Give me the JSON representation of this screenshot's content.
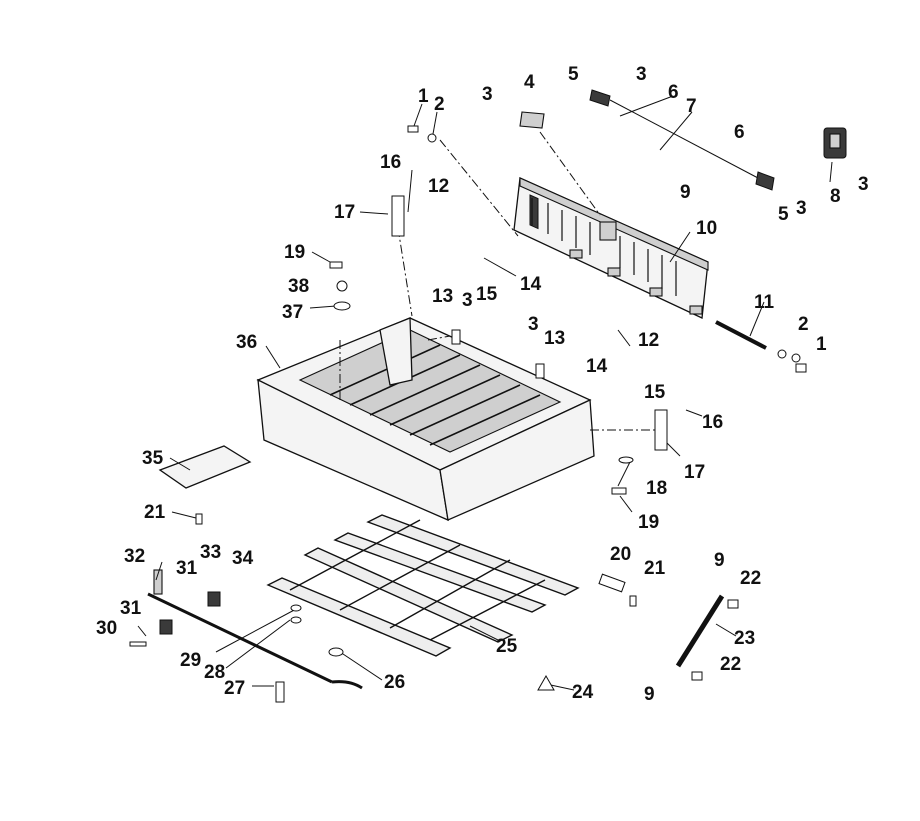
{
  "callouts": {
    "c1a": "1",
    "c2a": "2",
    "c3a": "3",
    "c4": "4",
    "c5a": "5",
    "c3b": "3",
    "c6a": "6",
    "c7": "7",
    "c6b": "6",
    "c9a": "9",
    "c5b": "5",
    "c3c": "3",
    "c8": "8",
    "c3d": "3",
    "c16a": "16",
    "c17a": "17",
    "c12a": "12",
    "c10": "10",
    "c19a": "19",
    "c14a": "14",
    "c15a": "15",
    "c38": "38",
    "c13a": "13",
    "c3e": "3",
    "c37": "37",
    "c36": "36",
    "c11": "11",
    "c2b": "2",
    "c1b": "1",
    "c3f": "3",
    "c13b": "13",
    "c12b": "12",
    "c14b": "14",
    "c15b": "15",
    "c16b": "16",
    "c17b": "17",
    "c35": "35",
    "c18": "18",
    "c19b": "19",
    "c21a": "21",
    "c20": "20",
    "c21b": "21",
    "c9b": "9",
    "c22a": "22",
    "c32": "32",
    "c33": "33",
    "c34": "34",
    "c31a": "31",
    "c31b": "31",
    "c30": "30",
    "c25": "25",
    "c23": "23",
    "c29": "29",
    "c28": "28",
    "c26": "26",
    "c27": "27",
    "c22b": "22",
    "c24": "24",
    "c9c": "9"
  }
}
